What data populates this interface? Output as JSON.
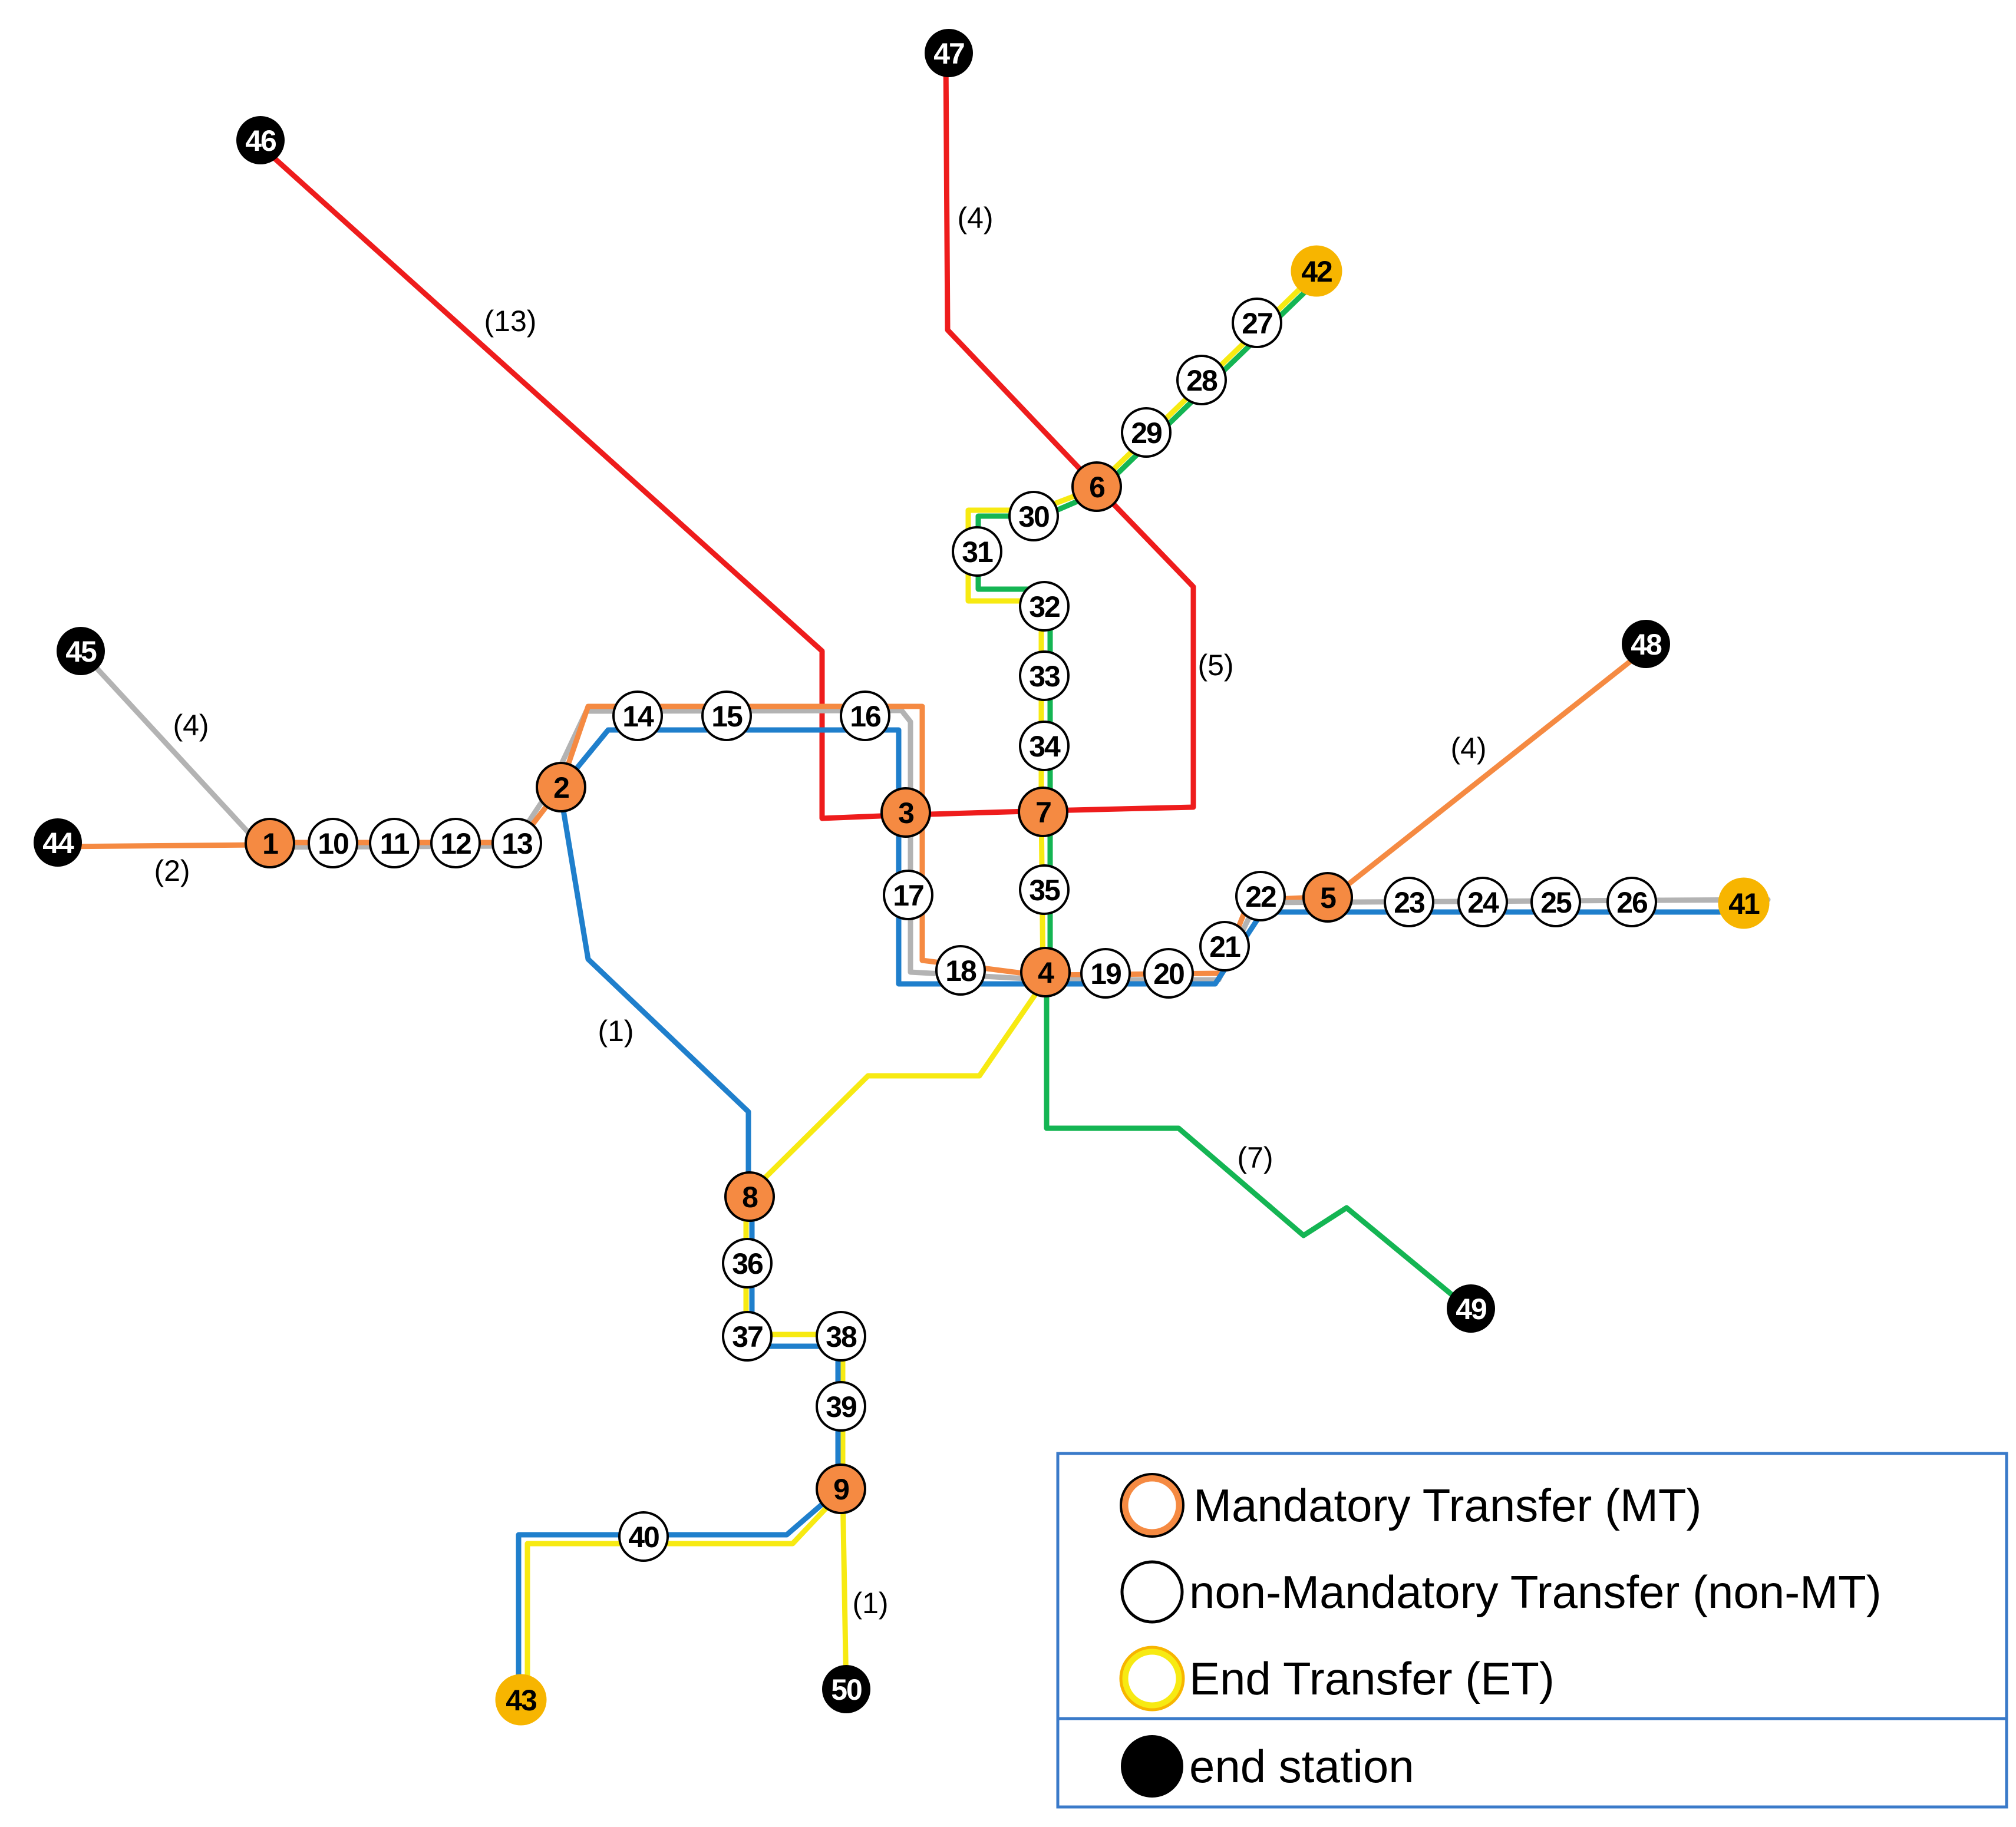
{
  "colors": {
    "red": "#ee1c1c",
    "orange": "#f58a42",
    "gray": "#b3b3b3",
    "blue": "#1f7fcc",
    "yellow": "#f7ea12",
    "green": "#14b553",
    "mt_ring": "#f58a42",
    "et_ring": "#f7b500",
    "end_fill": "#000000",
    "legend_border": "#3a7ac9"
  },
  "stations": [
    {
      "id": "1",
      "type": "MT"
    },
    {
      "id": "2",
      "type": "MT"
    },
    {
      "id": "3",
      "type": "MT"
    },
    {
      "id": "4",
      "type": "MT"
    },
    {
      "id": "5",
      "type": "MT"
    },
    {
      "id": "6",
      "type": "MT"
    },
    {
      "id": "7",
      "type": "MT"
    },
    {
      "id": "8",
      "type": "MT"
    },
    {
      "id": "9",
      "type": "MT"
    },
    {
      "id": "10",
      "type": "nonMT"
    },
    {
      "id": "11",
      "type": "nonMT"
    },
    {
      "id": "12",
      "type": "nonMT"
    },
    {
      "id": "13",
      "type": "nonMT"
    },
    {
      "id": "14",
      "type": "nonMT"
    },
    {
      "id": "15",
      "type": "nonMT"
    },
    {
      "id": "16",
      "type": "nonMT"
    },
    {
      "id": "17",
      "type": "nonMT"
    },
    {
      "id": "18",
      "type": "nonMT"
    },
    {
      "id": "19",
      "type": "nonMT"
    },
    {
      "id": "20",
      "type": "nonMT"
    },
    {
      "id": "21",
      "type": "nonMT"
    },
    {
      "id": "22",
      "type": "nonMT"
    },
    {
      "id": "23",
      "type": "nonMT"
    },
    {
      "id": "24",
      "type": "nonMT"
    },
    {
      "id": "25",
      "type": "nonMT"
    },
    {
      "id": "26",
      "type": "nonMT"
    },
    {
      "id": "27",
      "type": "nonMT"
    },
    {
      "id": "28",
      "type": "nonMT"
    },
    {
      "id": "29",
      "type": "nonMT"
    },
    {
      "id": "30",
      "type": "nonMT"
    },
    {
      "id": "31",
      "type": "nonMT"
    },
    {
      "id": "32",
      "type": "nonMT"
    },
    {
      "id": "33",
      "type": "nonMT"
    },
    {
      "id": "34",
      "type": "nonMT"
    },
    {
      "id": "35",
      "type": "nonMT"
    },
    {
      "id": "36",
      "type": "nonMT"
    },
    {
      "id": "37",
      "type": "nonMT"
    },
    {
      "id": "38",
      "type": "nonMT"
    },
    {
      "id": "39",
      "type": "nonMT"
    },
    {
      "id": "40",
      "type": "nonMT"
    },
    {
      "id": "41",
      "type": "ET"
    },
    {
      "id": "42",
      "type": "ET"
    },
    {
      "id": "43",
      "type": "ET"
    },
    {
      "id": "44",
      "type": "END"
    },
    {
      "id": "45",
      "type": "END"
    },
    {
      "id": "46",
      "type": "END"
    },
    {
      "id": "47",
      "type": "END"
    },
    {
      "id": "48",
      "type": "END"
    },
    {
      "id": "49",
      "type": "END"
    },
    {
      "id": "50",
      "type": "END"
    }
  ],
  "segment_labels": [
    "(13)",
    "(4)",
    "(5)",
    "(4)",
    "(2)",
    "(4)",
    "(1)",
    "(7)",
    "(1)"
  ],
  "legend": {
    "mt": "Mandatory Transfer (MT)",
    "nonmt": "non-Mandatory Transfer (non-MT)",
    "et": "End Transfer (ET)",
    "end": "end station"
  }
}
